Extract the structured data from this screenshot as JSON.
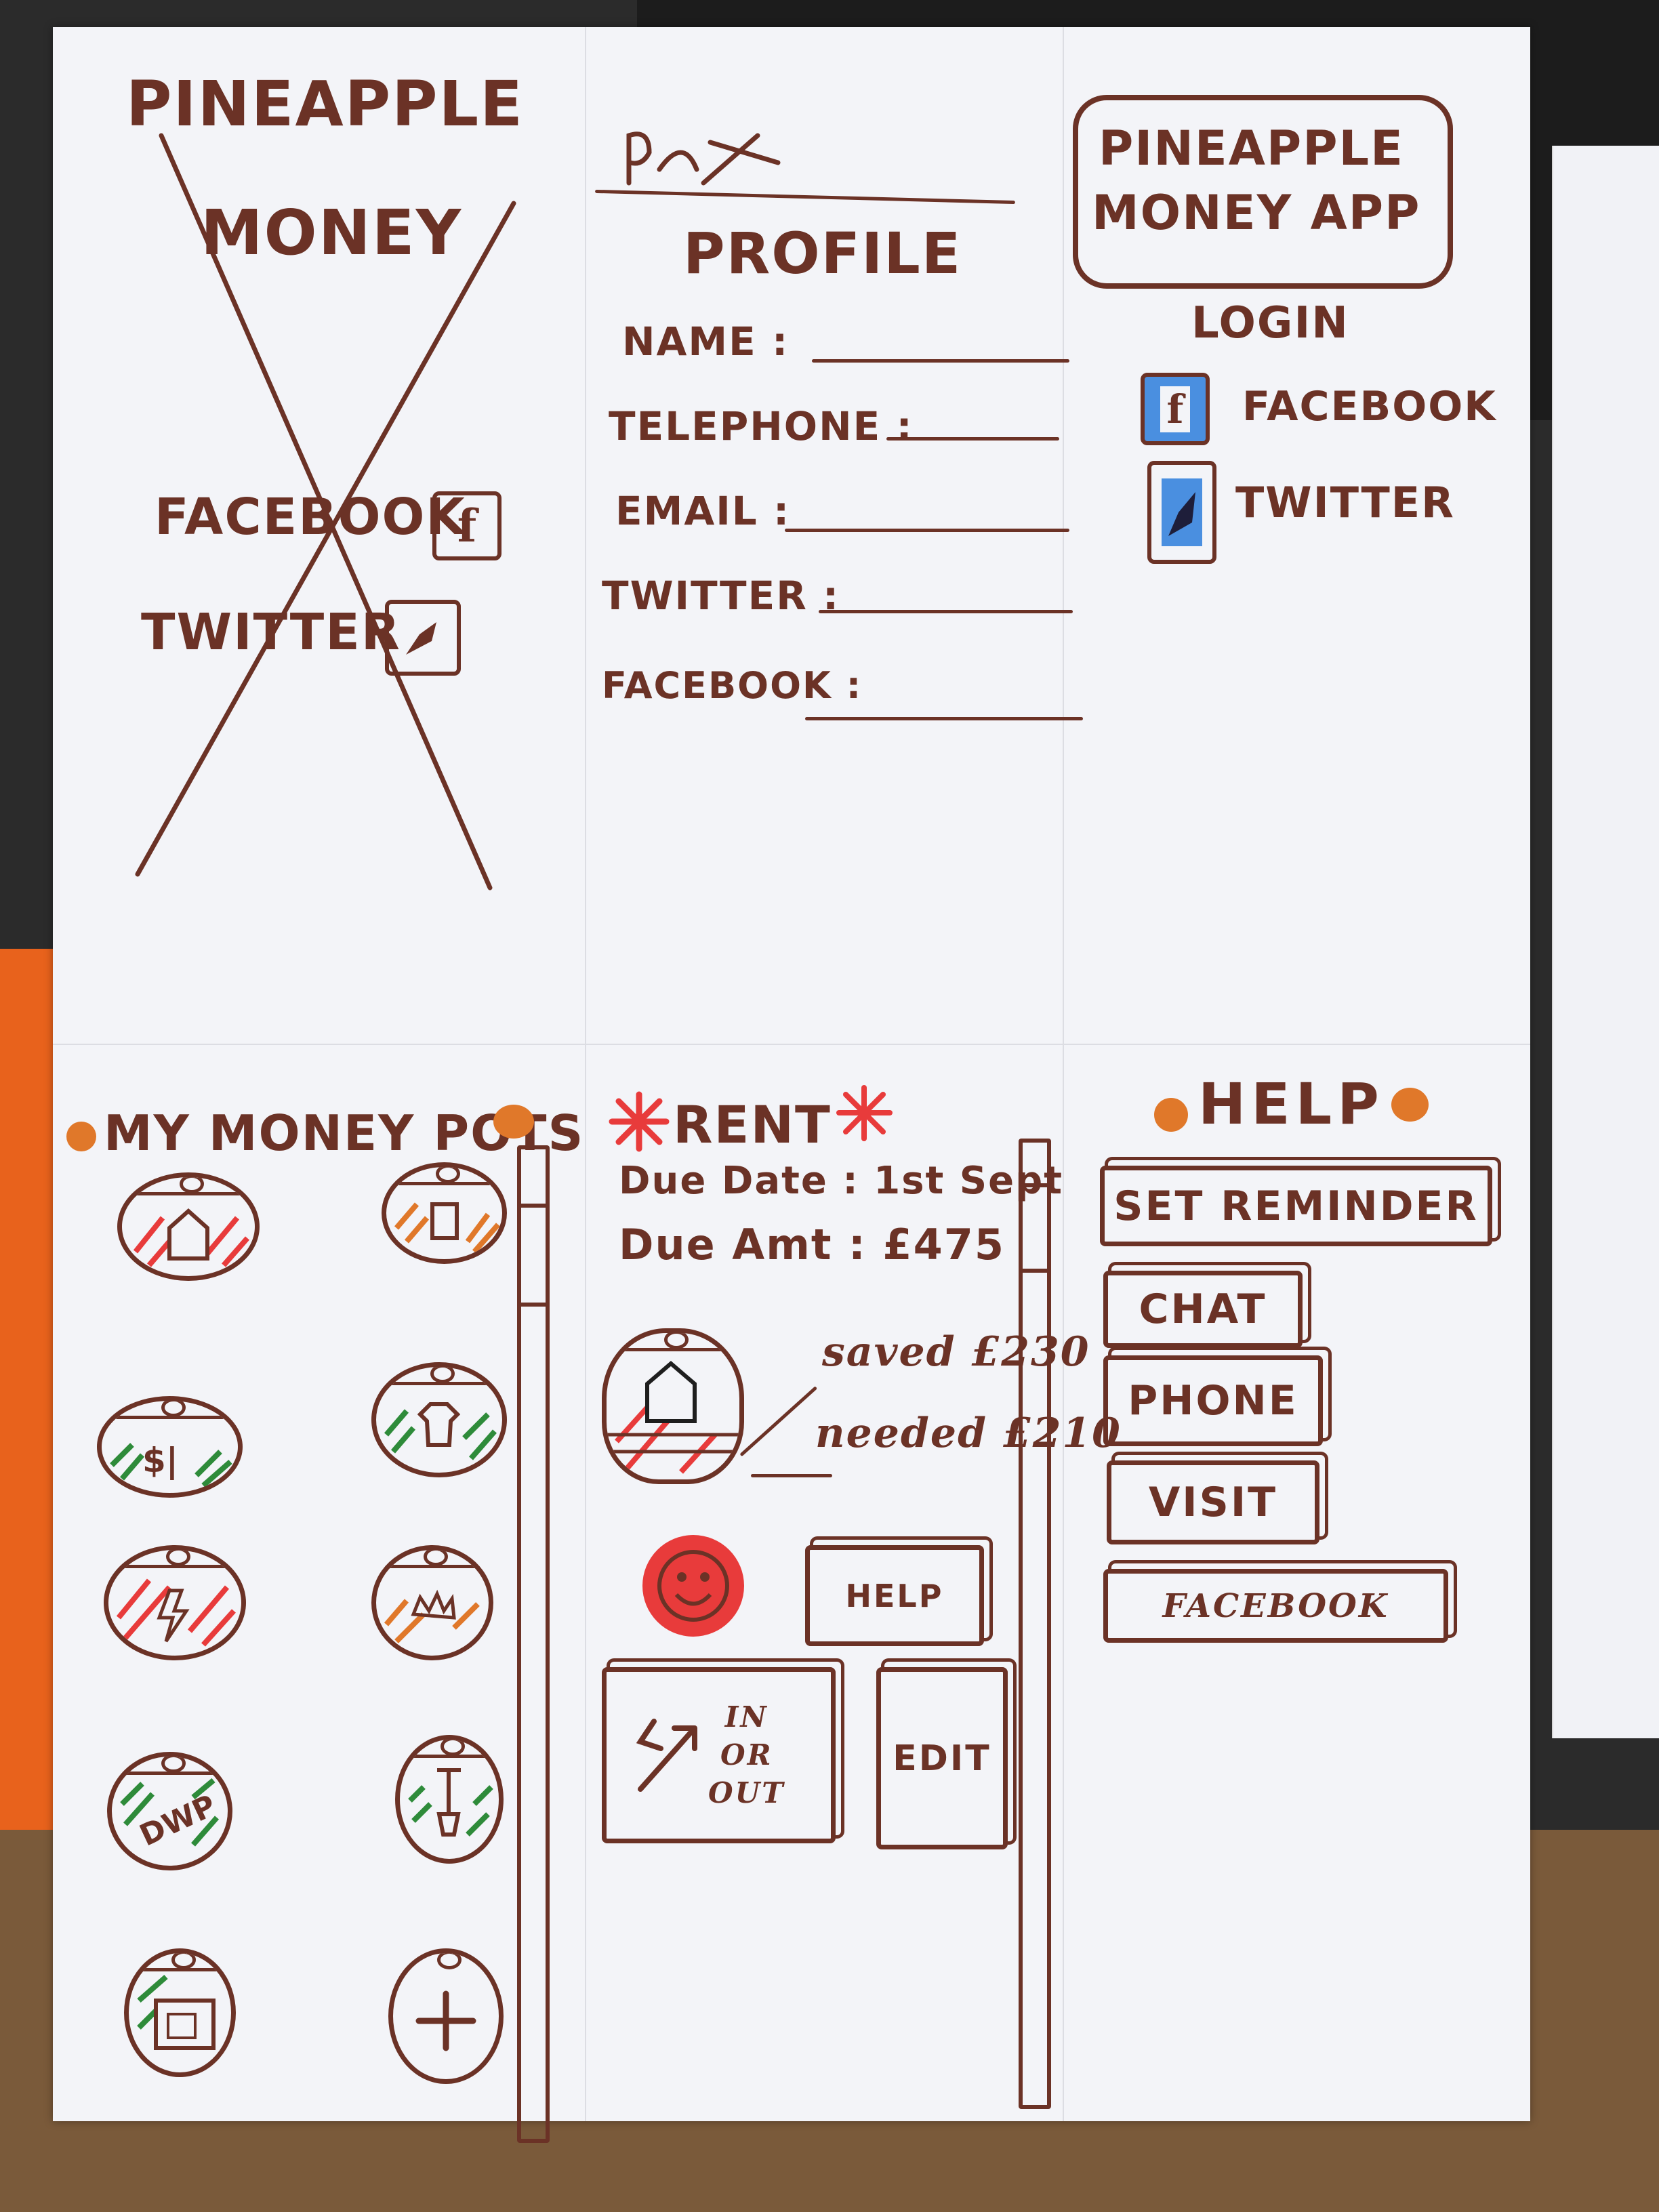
{
  "colors": {
    "ink": "#6b3226",
    "red": "#e83b3b",
    "green": "#2e8b3a",
    "orange": "#e0782a",
    "blue": "#4a8fe0"
  },
  "splash": {
    "title_line1": "Pineapple",
    "title_line2": "Money",
    "facebook_label": "Facebook",
    "twitter_label": "Twitter",
    "facebook_icon": "facebook-icon",
    "twitter_icon": "twitter-icon"
  },
  "profile": {
    "title": "Profile",
    "fields": [
      {
        "label": "Name :"
      },
      {
        "label": "Telephone :"
      },
      {
        "label": "Email :"
      },
      {
        "label": "Twitter :"
      },
      {
        "label": "Facebook :"
      }
    ]
  },
  "login": {
    "app_title_line1": "Pineapple",
    "app_title_line2": "Money App",
    "heading": "Login",
    "facebook_label": "Facebook",
    "twitter_label": "Twitter"
  },
  "pots": {
    "title": "My Money Pots",
    "items": [
      {
        "icon": "house-icon",
        "color": "#e83b3b"
      },
      {
        "icon": "cup-icon",
        "color": "#e0782a"
      },
      {
        "icon": "money-icon",
        "color": "#2e8b3a"
      },
      {
        "icon": "tshirt-icon",
        "color": "#2e8b3a"
      },
      {
        "icon": "lightning-icon",
        "color": "#e83b3b"
      },
      {
        "icon": "food-icon",
        "color": "#e0782a"
      },
      {
        "icon": "dwp-icon",
        "color": "#2e8b3a"
      },
      {
        "icon": "shovel-icon",
        "color": "#2e8b3a"
      },
      {
        "icon": "tv-icon",
        "color": "#2e8b3a"
      },
      {
        "icon": "add-icon",
        "color": "#6b3226"
      }
    ],
    "dwp_label": "DWP"
  },
  "rent": {
    "title": "Rent",
    "due_date_label": "Due Date : 1st Sept",
    "due_amt_label": "Due Amt : £475",
    "saved_label": "saved £230",
    "needed_label": "needed £210",
    "help_button": "Help",
    "in_out_line1": "In",
    "in_out_line2": "or",
    "in_out_line3": "Out",
    "edit_button": "Edit"
  },
  "help": {
    "title": "Help",
    "buttons": [
      "Set Reminder",
      "Chat",
      "Phone",
      "Visit",
      "Facebook"
    ]
  }
}
